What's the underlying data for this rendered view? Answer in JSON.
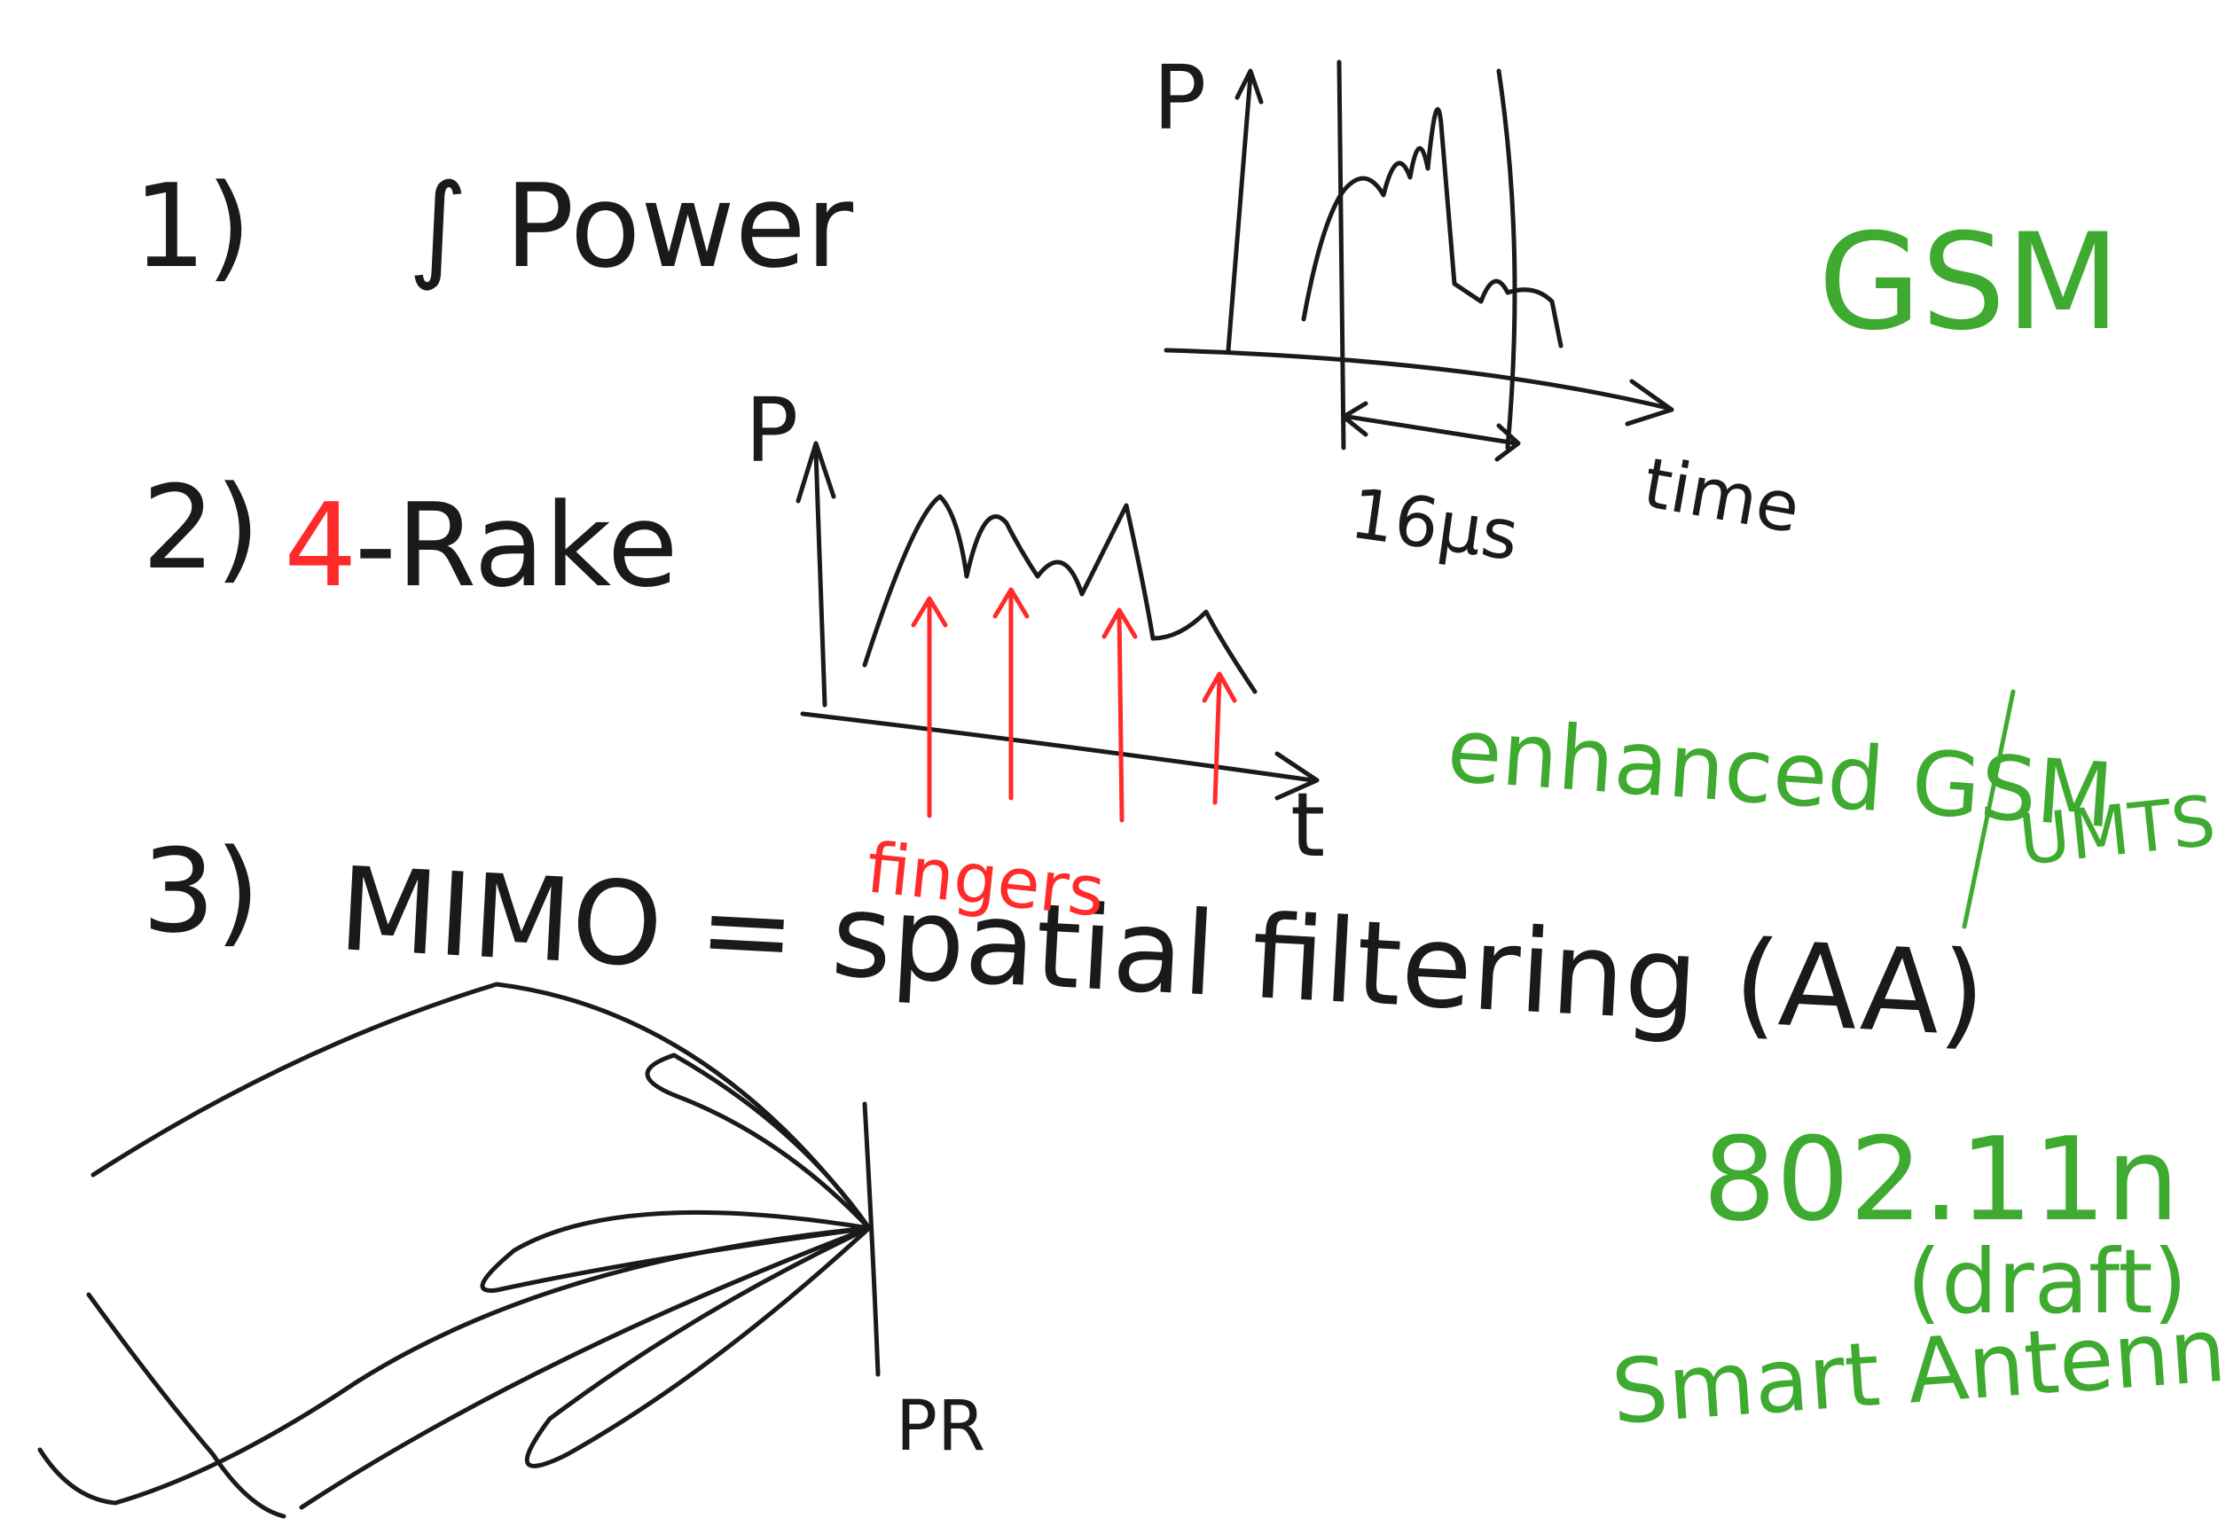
{
  "colors": {
    "ink": "#1a1a1a",
    "red": "#ff2a2a",
    "green": "#3faa30"
  },
  "items": [
    {
      "number": "1)",
      "formula": "∫ Power"
    },
    {
      "number": "2)",
      "prefix": "4",
      "text": "-Rake"
    },
    {
      "number": "3)",
      "text": "MIMO = spatial filtering (AA)"
    }
  ],
  "gsm_plot": {
    "ylabel": "P",
    "xlabel": "time",
    "interval": "16µs"
  },
  "rake_plot": {
    "ylabel": "P",
    "xlabel": "t",
    "arrows_label": "fingers"
  },
  "beam": {
    "label": "PR"
  },
  "notes": [
    "GSM",
    "enhanced GSM",
    "UMTS",
    "802.11n",
    "(draft)",
    "Smart Antenna"
  ]
}
